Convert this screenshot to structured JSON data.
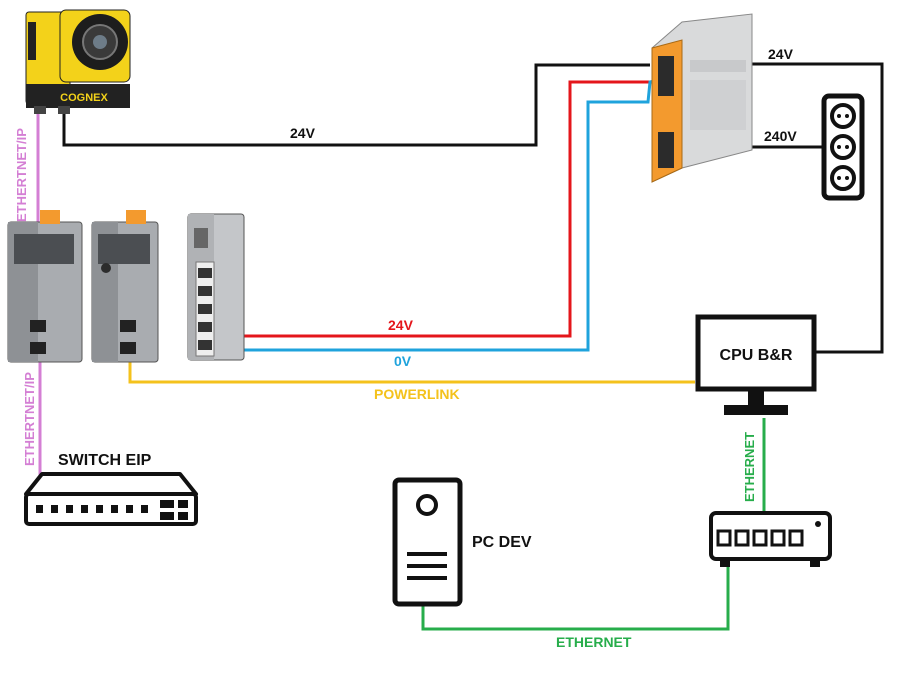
{
  "devices": {
    "camera": {
      "brand": "COGNEX"
    },
    "switch_eip": {
      "label": "SWITCH EIP"
    },
    "cpu": {
      "label": "CPU B&R"
    },
    "pc": {
      "label": "PC DEV"
    }
  },
  "wires": {
    "camera_power": "24V",
    "psu_output": "24V",
    "psu_input": "240V",
    "io_24v": "24V",
    "io_0v": "0V",
    "powerlink": "POWERLINK",
    "eip_camera": "ETHERTNET/IP",
    "eip_switch": "ETHERTNET/IP",
    "cpu_ethernet": "ETHERNET",
    "pc_ethernet": "ETHERNET"
  },
  "colors": {
    "black": "#111111",
    "red": "#e4161b",
    "blue": "#1fa3dc",
    "yellow": "#f4c21c",
    "purple": "#d47fd4",
    "green": "#27ad4b",
    "orange": "#f39a2e"
  }
}
